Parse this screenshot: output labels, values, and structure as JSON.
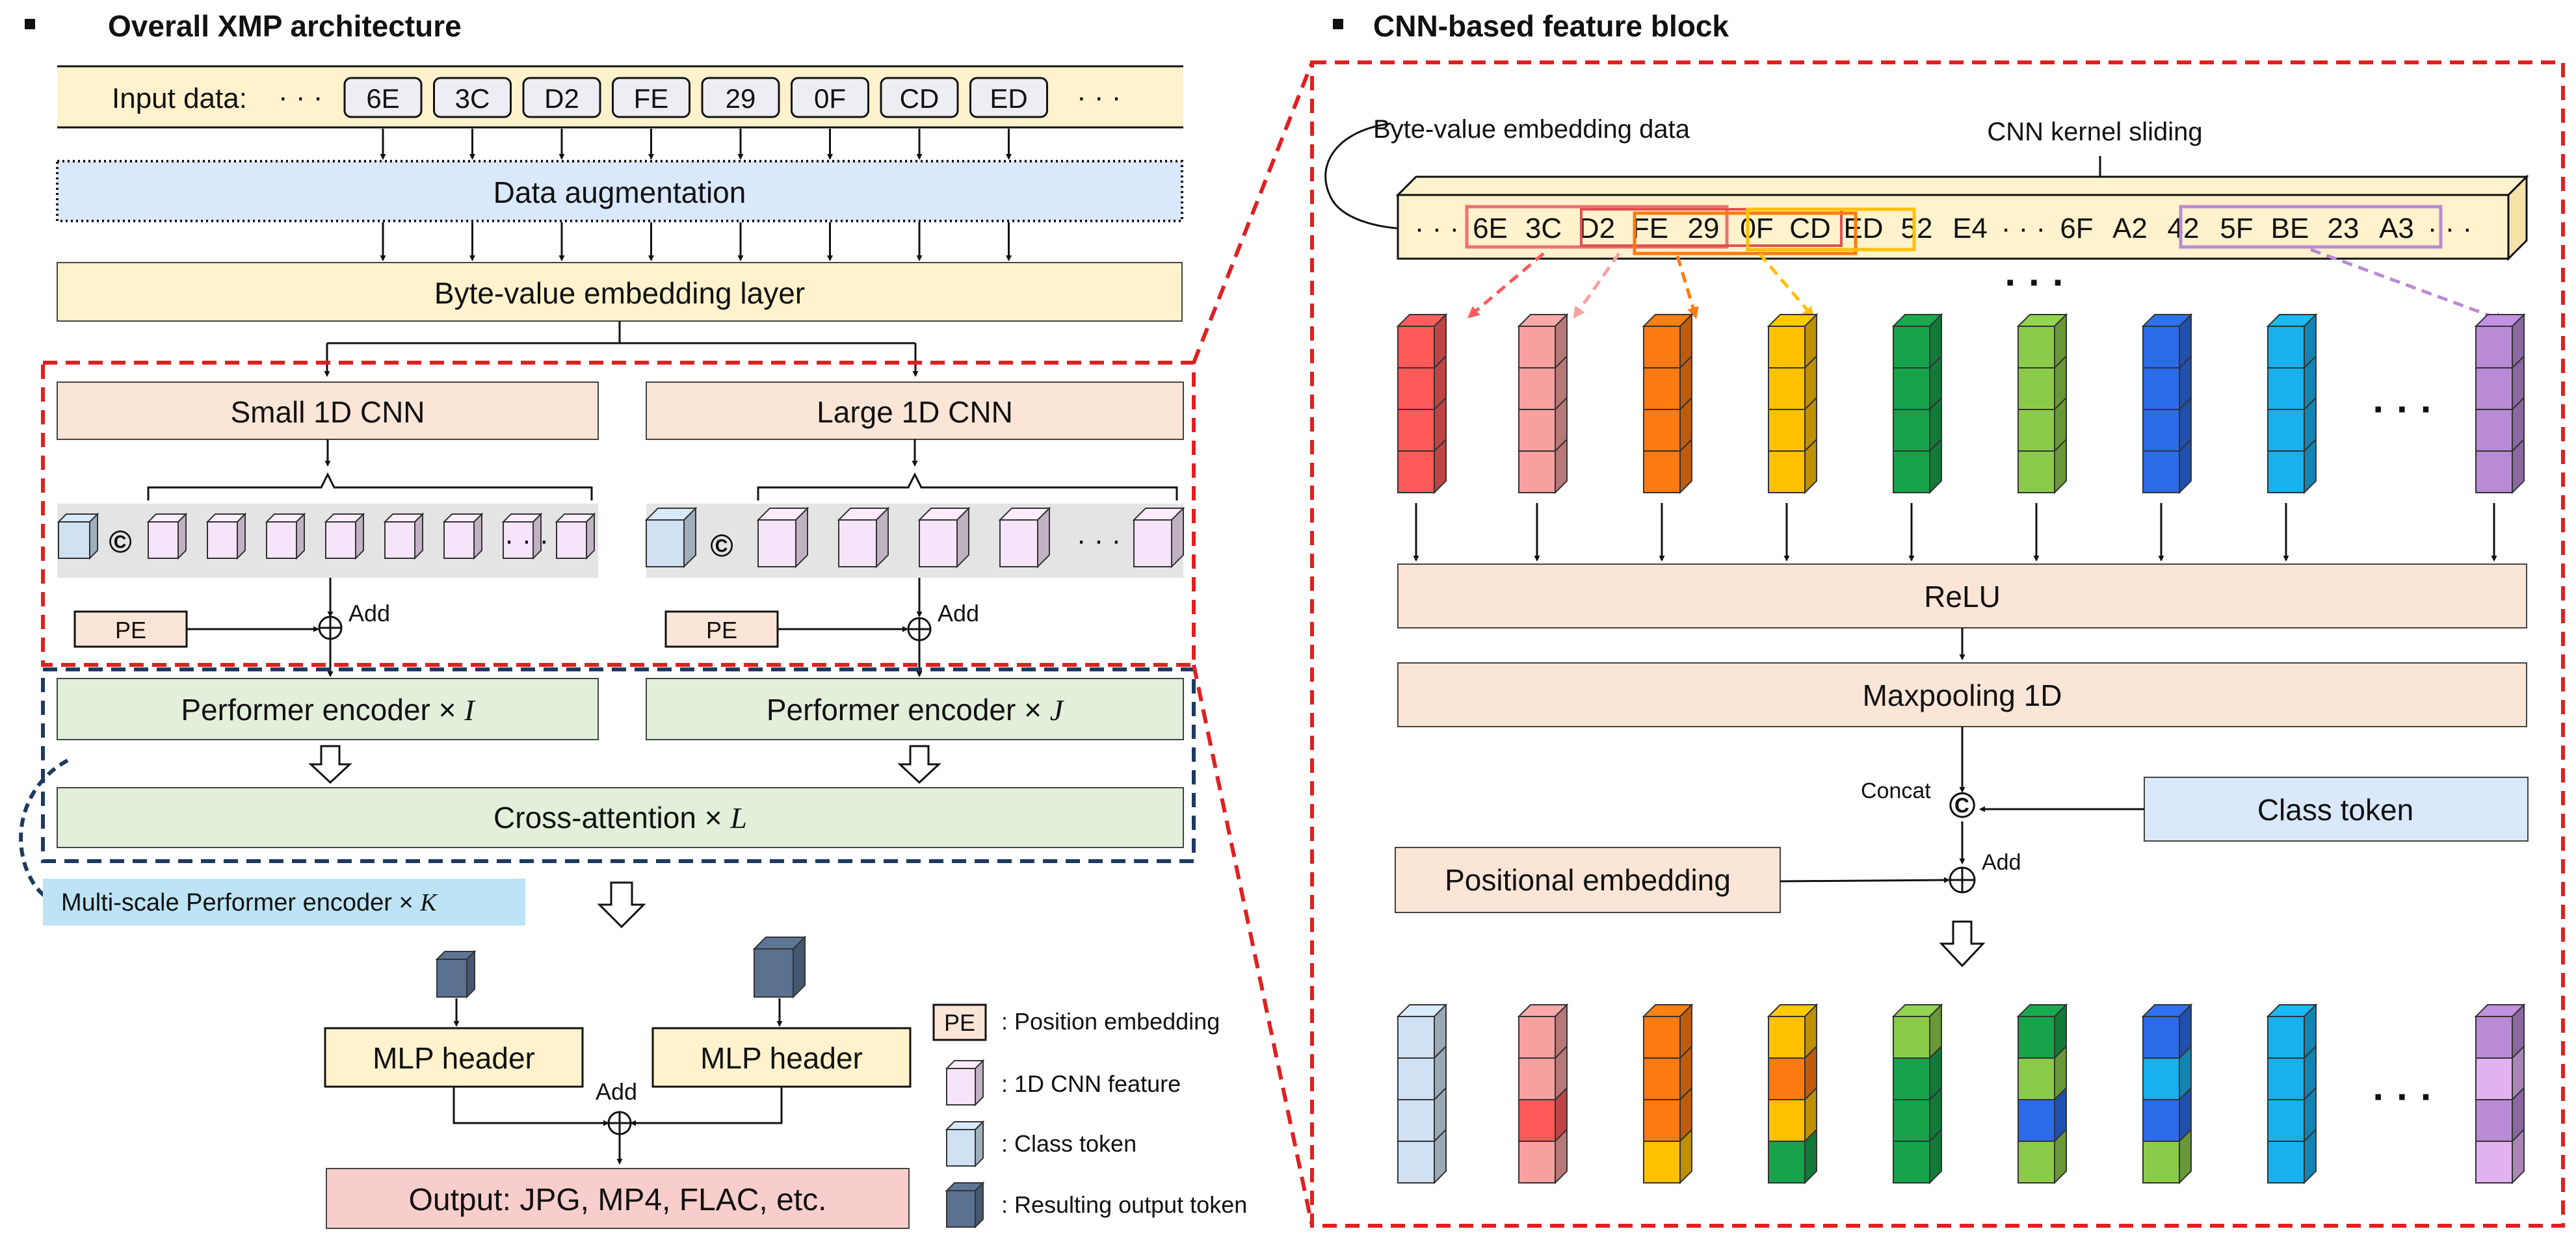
{
  "left": {
    "title": "Overall XMP architecture",
    "input_label": "Input data:",
    "ellipsis": "· · ·",
    "bytes": [
      "6E",
      "3C",
      "D2",
      "FE",
      "29",
      "0F",
      "CD",
      "ED"
    ],
    "data_augmentation": "Data augmentation",
    "embedding_layer": "Byte-value embedding layer",
    "small_cnn": "Small 1D CNN",
    "large_cnn": "Large 1D CNN",
    "concat_symbol": "©",
    "pe": "PE",
    "add": "Add",
    "performer_i": "Performer encoder × ",
    "performer_i_var": "I",
    "performer_j": "Performer encoder × ",
    "performer_j_var": "J",
    "cross_attention": "Cross-attention × ",
    "cross_attention_var": "L",
    "multiscale": "Multi-scale Performer encoder × ",
    "multiscale_var": "K",
    "mlp_header": "MLP header",
    "output": "Output: JPG, MP4, FLAC, etc.",
    "legend": [
      {
        "label": ": Position embedding",
        "symbol": "PE"
      },
      {
        "label": ": 1D CNN feature"
      },
      {
        "label": ": Class token"
      },
      {
        "label": ": Resulting output token"
      }
    ]
  },
  "right": {
    "title": "CNN-based feature block",
    "embedding_data": "Byte-value embedding data",
    "kernel_sliding": "CNN kernel sliding",
    "bytes_row": [
      "· · ·",
      "6E",
      "3C",
      "D2",
      "FE",
      "29",
      "0F",
      "CD",
      "ED",
      "52",
      "E4",
      "· · ·",
      "6F",
      "A2",
      "42",
      "5F",
      "BE",
      "23",
      "A3",
      "· · ·"
    ],
    "dots": "· · ·",
    "relu": "ReLU",
    "maxpool": "Maxpooling 1D",
    "concat": "Concat",
    "concat_symbol": "©",
    "class_token": "Class token",
    "positional_embedding": "Positional embedding",
    "add": "Add"
  },
  "colors": {
    "yellow_box": "#FFF2CC",
    "blue_box": "#DAE8FC",
    "peach_box": "#FBE5D6",
    "green_box": "#E2EFDA",
    "pink_box": "#F8CECC",
    "multiscale_bg": "#BDE3F5",
    "dashed_red": "#E02020",
    "dashed_navy": "#1F3A5F",
    "token_dark": "#5A7190",
    "token_light_blue": "#CFE0F2",
    "token_pink": "#F6E4FA"
  }
}
